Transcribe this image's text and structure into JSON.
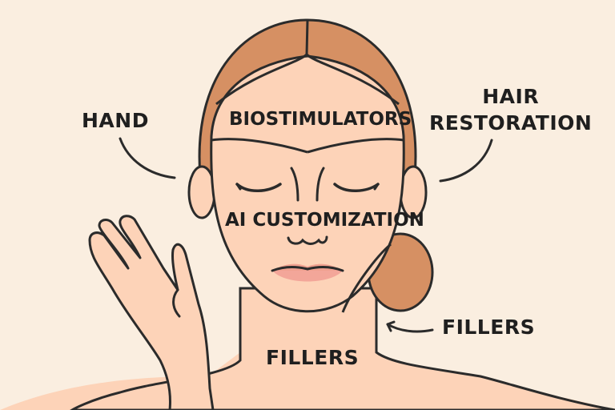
{
  "illustration": {
    "subject": "woman-face-with-treatment-labels",
    "colors": {
      "background": "#faeee0",
      "skin": "#fdd3b8",
      "hair": "#d69063",
      "outline": "#2b2b2b",
      "lips": "#f3a699",
      "text": "#1f1f1f"
    }
  },
  "labels": {
    "hand": "HAND",
    "biostimulators": "BIOSTIMULATORS",
    "hair_restoration_line1": "HAIR",
    "hair_restoration_line2": "RESTORATION",
    "ai_customization": "AI CUSTOMIZATION",
    "fillers_jaw": "FILLERS",
    "fillers_neck": "FILLERS"
  }
}
